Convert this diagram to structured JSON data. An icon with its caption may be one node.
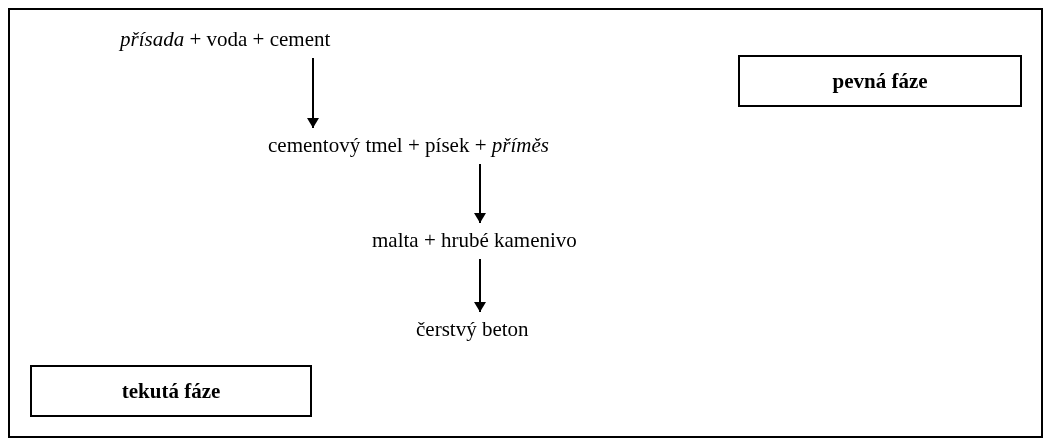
{
  "diagram": {
    "nodes": [
      {
        "text": [
          "*přísada* +  voda + cement"
        ]
      },
      {
        "text": [
          "cementový tmel + písek + *příměs*"
        ]
      },
      {
        "text": [
          "malta + hrubé kamenivo"
        ]
      },
      {
        "text": [
          "čerstvý beton"
        ]
      },
      {
        "text": [
          "pevná fáze"
        ]
      },
      {
        "text": [
          "tekutá fáze"
        ]
      }
    ],
    "edges": [
      {
        "from": 0,
        "to": 1,
        "arrow": "to"
      },
      {
        "from": 1,
        "to": 2,
        "arrow": "to"
      },
      {
        "from": 2,
        "to": 3,
        "arrow": "to"
      }
    ]
  }
}
